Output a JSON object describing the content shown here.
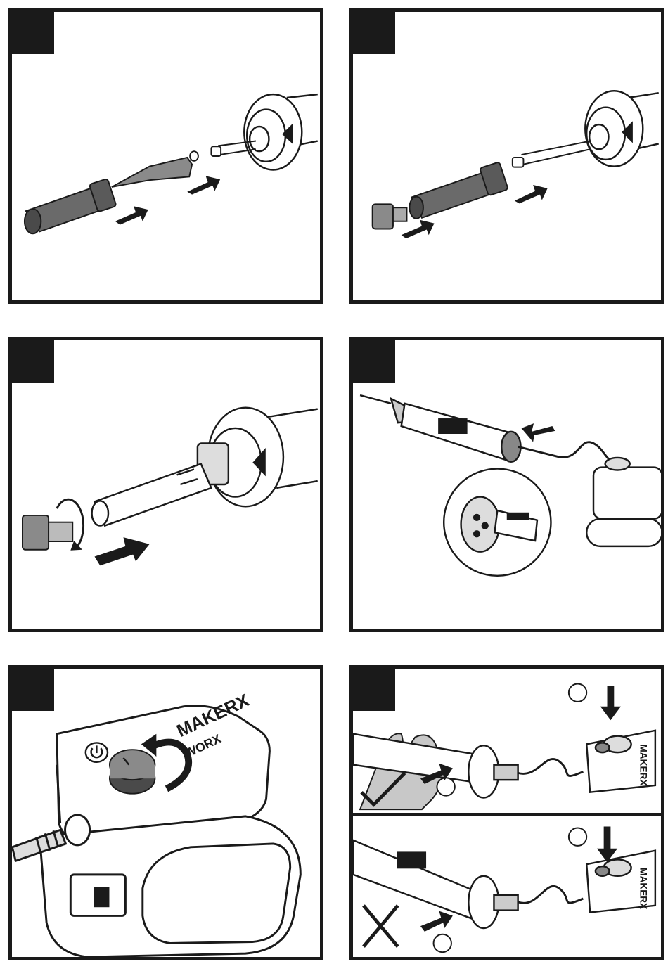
{
  "brand": {
    "name": "MAKERX",
    "sub": "WORX"
  },
  "panels": [
    {
      "id": "p1",
      "step": ""
    },
    {
      "id": "p2",
      "step": ""
    },
    {
      "id": "p3",
      "step": ""
    },
    {
      "id": "p4",
      "step": ""
    },
    {
      "id": "p5",
      "step": ""
    },
    {
      "id": "p6",
      "step": ""
    }
  ],
  "colors": {
    "frame": "#1a1a1a",
    "fill_light": "#cfcfcf",
    "fill_mid": "#8a8a8a",
    "fill_dark": "#4a4a4a"
  }
}
